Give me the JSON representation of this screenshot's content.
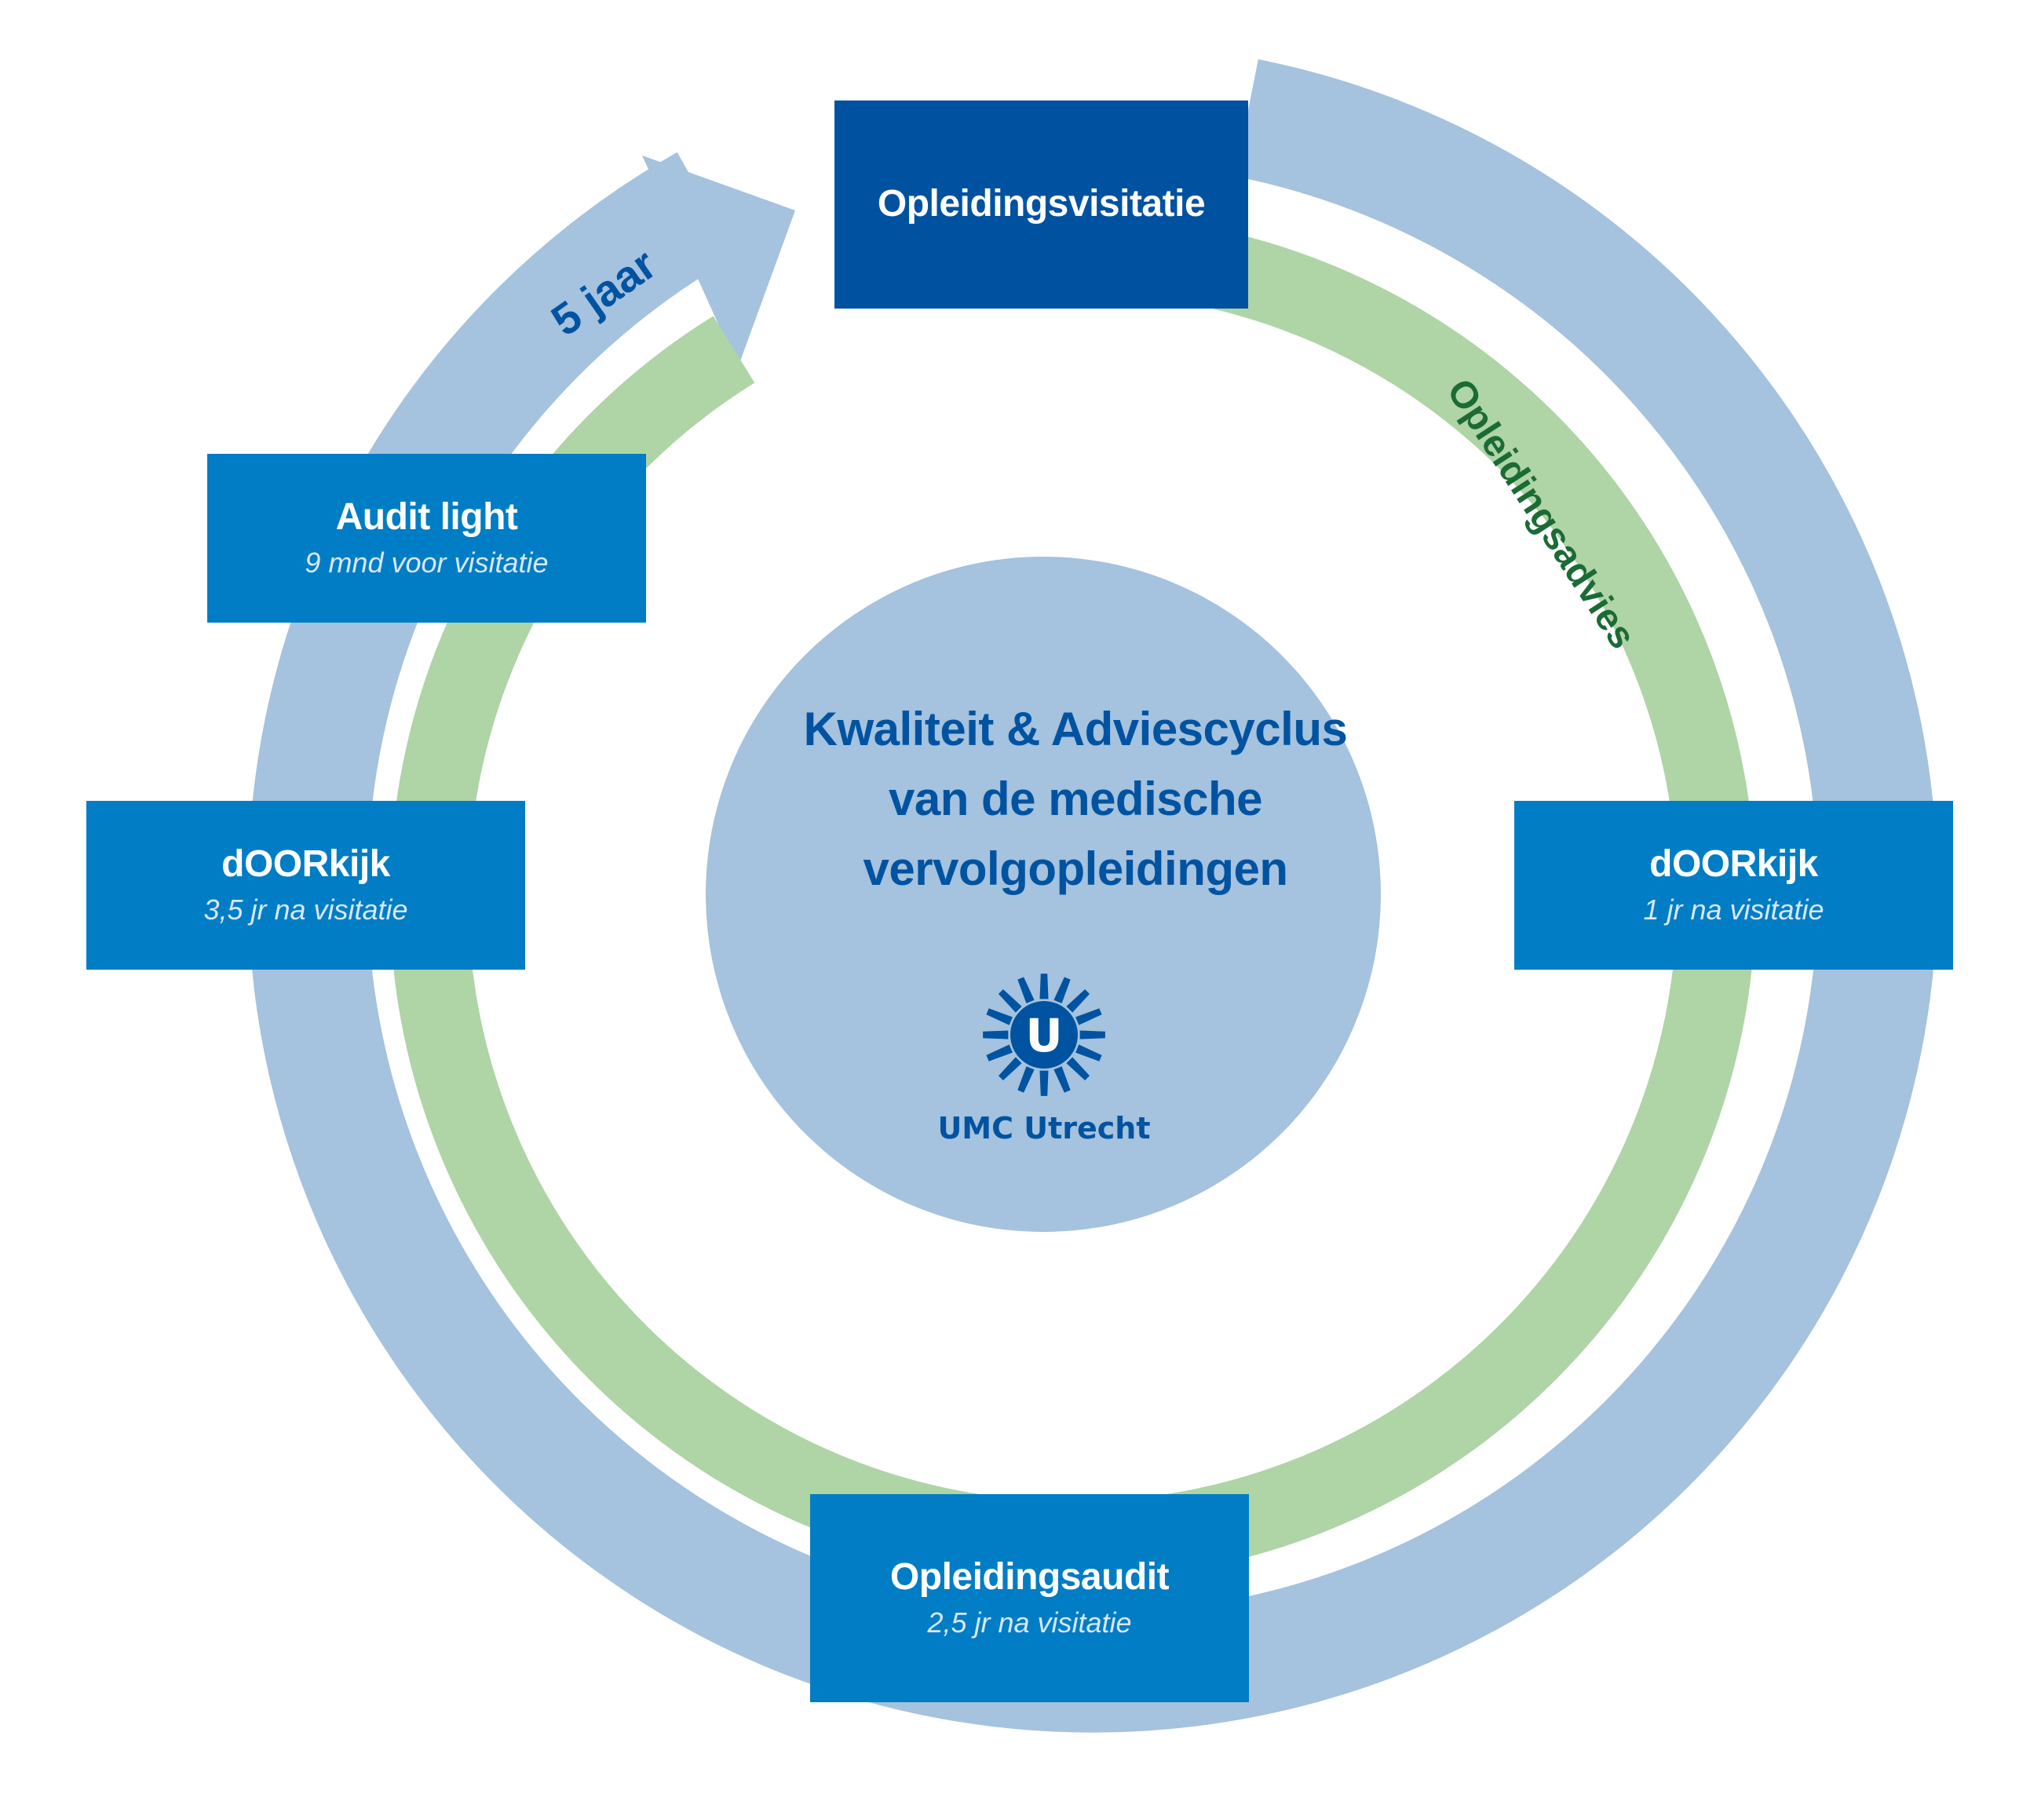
{
  "center": {
    "title_lines": [
      "Kwaliteit & Adviescyclus",
      "van de medische",
      "vervolgopleidingen"
    ],
    "logo_letter": "U",
    "logo_text": "UMC Utrecht"
  },
  "ring_labels": {
    "outer": "5 jaar",
    "inner": "Opleidingsadvies"
  },
  "steps": [
    {
      "title": "Opleidingsvisitatie",
      "subtitle": ""
    },
    {
      "title": "dOORkijk",
      "subtitle": "1 jr na visitatie"
    },
    {
      "title": "Opleidingsaudit",
      "subtitle": "2,5 jr na visitatie"
    },
    {
      "title": "dOORkijk",
      "subtitle": "3,5 jr na visitatie"
    },
    {
      "title": "Audit light",
      "subtitle": "9 mnd voor visitatie"
    }
  ],
  "colors": {
    "outer_ring": "#a5c2de",
    "inner_ring": "#afd4a6",
    "center_disc": "#a5c2de",
    "box_primary": "#0052a1",
    "box_secondary": "#007dc4",
    "dark_text": "#0053a1",
    "green_text": "#1b6b35"
  }
}
